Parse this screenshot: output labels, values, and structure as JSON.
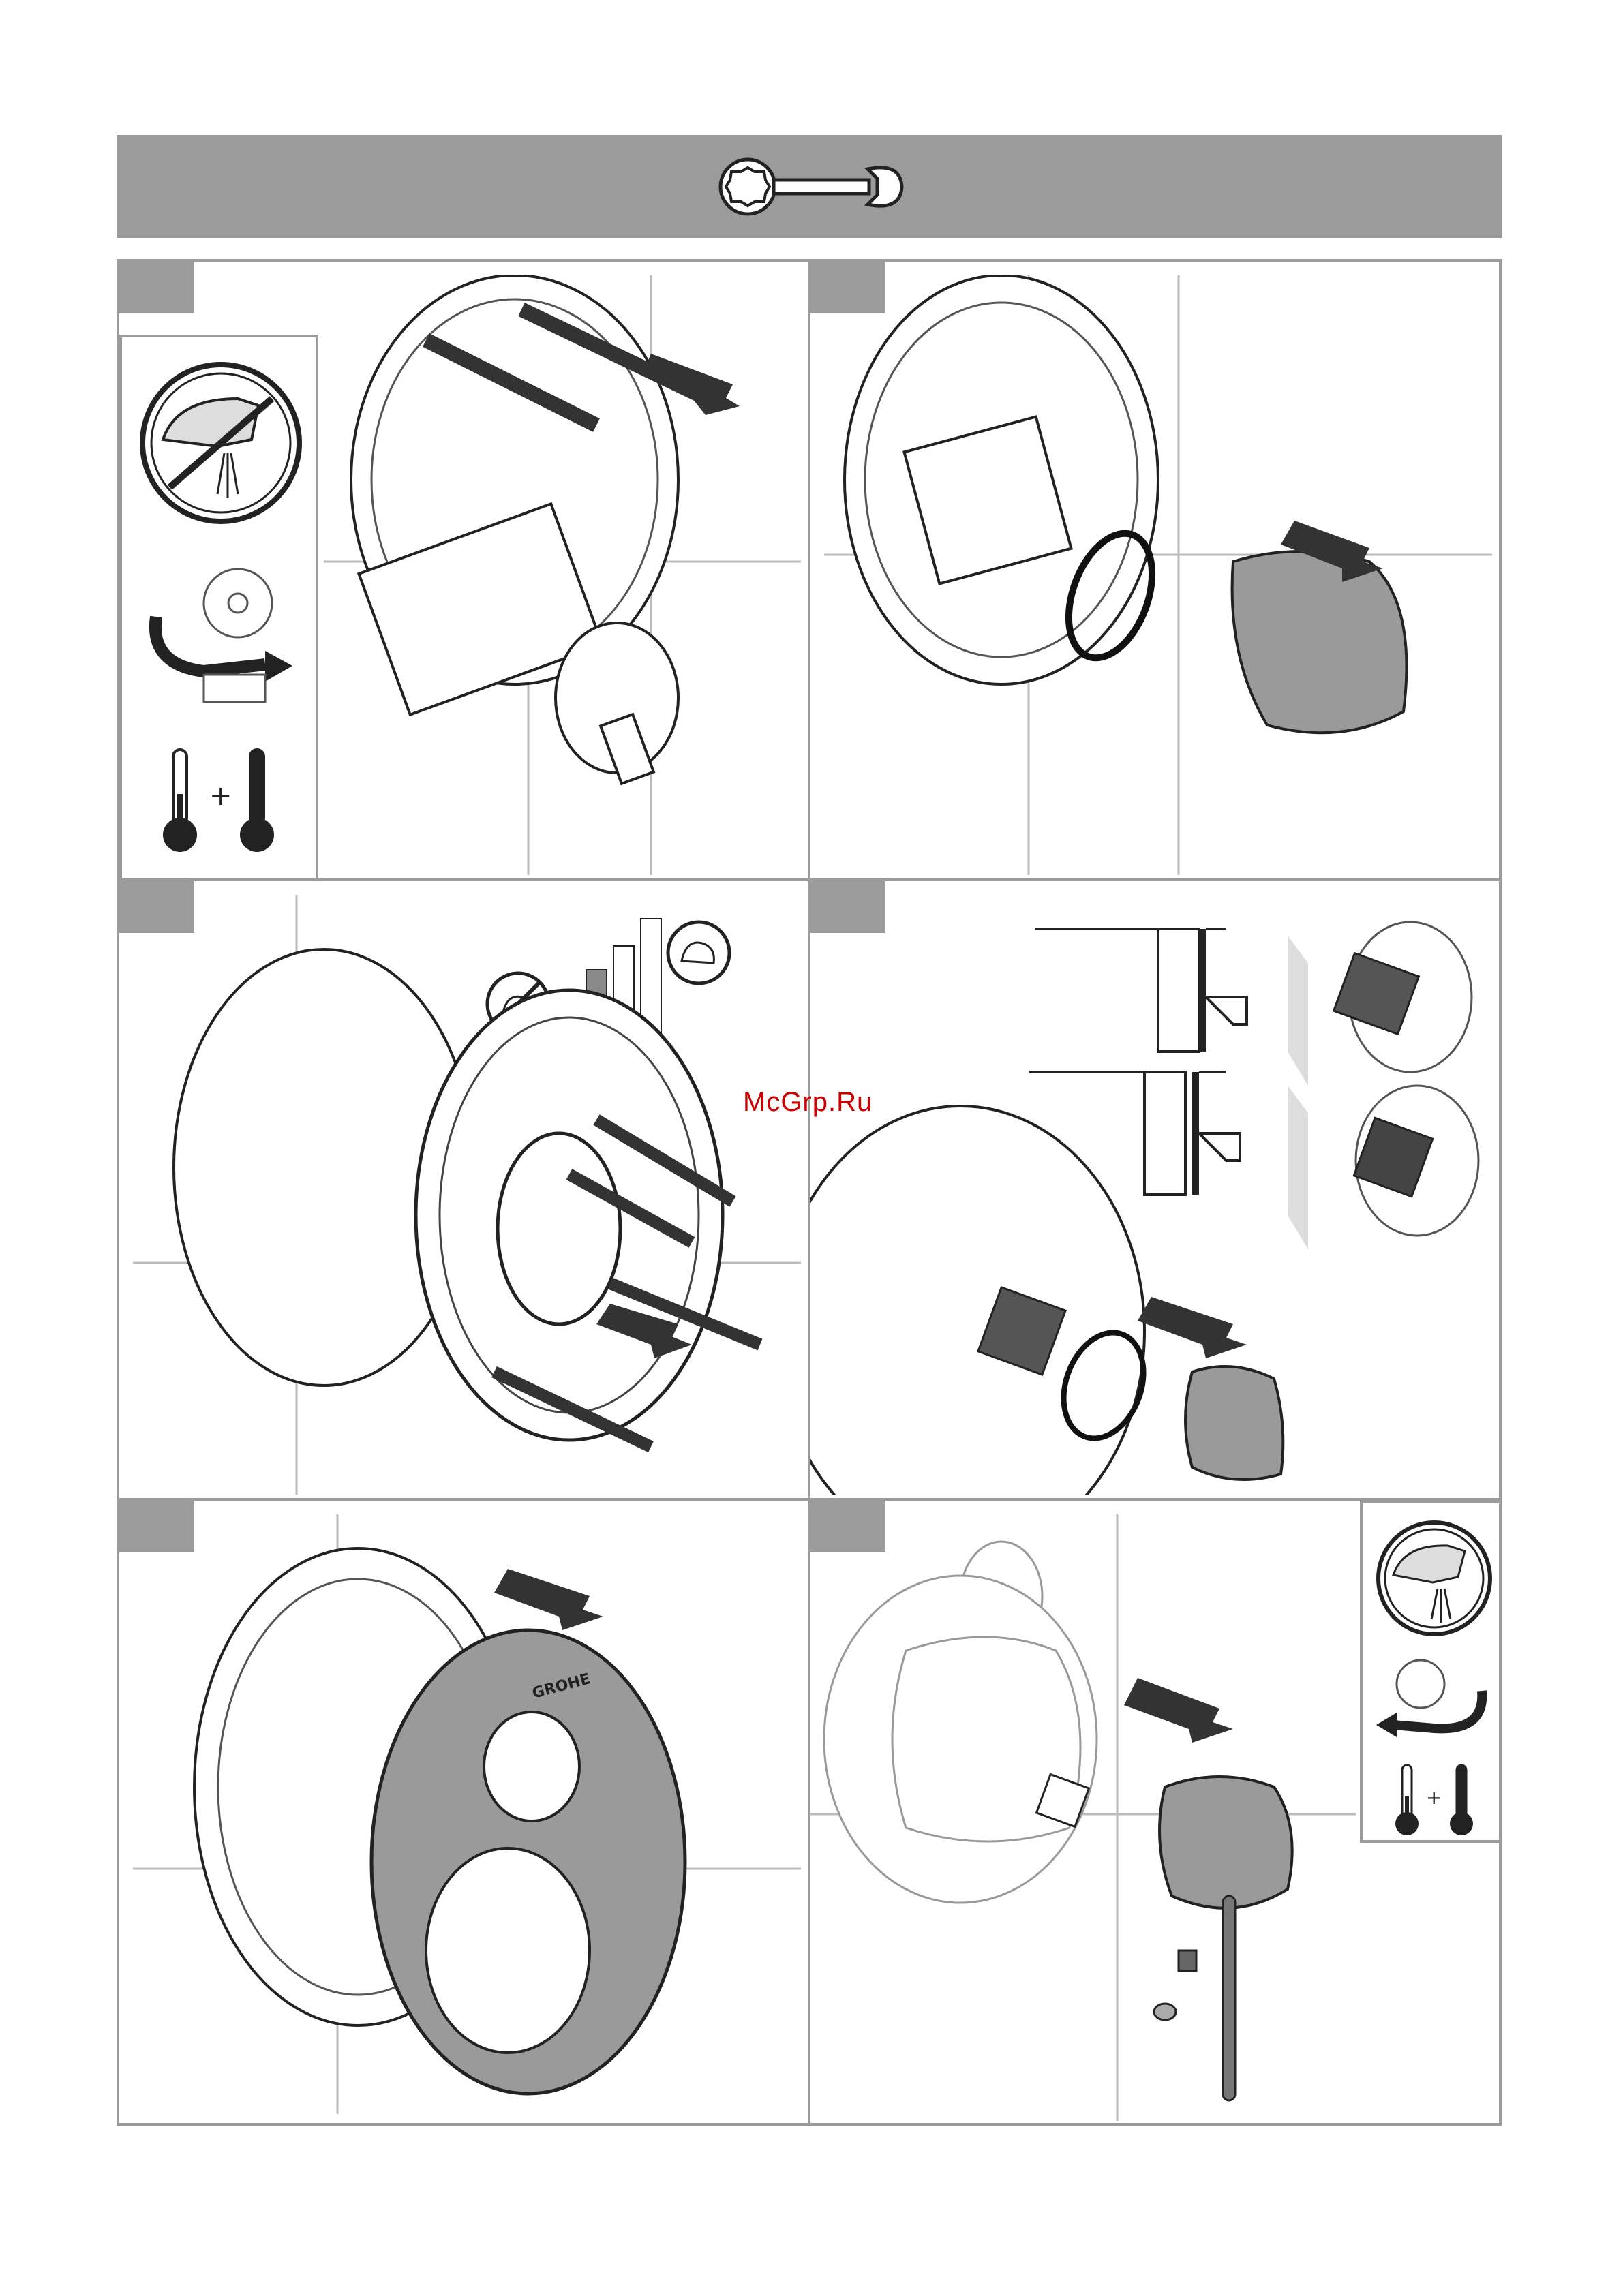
{
  "header": {
    "icon": "wrench-icon"
  },
  "watermark": {
    "text": "McGrp.Ru"
  },
  "panels": [
    {
      "id": "remove-screws",
      "icons": [
        "no-water-icon",
        "turn-handle-icon",
        "thermometer-icon",
        "thermometer-icon"
      ],
      "plus": "+"
    },
    {
      "id": "sleeve",
      "icons": [
        "arrow-icon"
      ]
    },
    {
      "id": "mounting-plate",
      "icons": [
        "no-force-icon",
        "torque-bar-icon",
        "force-icon"
      ]
    },
    {
      "id": "extension",
      "icons": [
        "arrow-icon"
      ]
    },
    {
      "id": "cover-plate",
      "icons": [
        "arrow-icon"
      ],
      "logo": "GROHE"
    },
    {
      "id": "handle",
      "icons": [
        "water-icon",
        "turn-handle-icon",
        "thermometer-icon",
        "thermometer-icon"
      ],
      "plus": "+"
    }
  ],
  "colors": {
    "panel_border": "#9b9b9b",
    "header_bg": "#9b9b9b",
    "part_fill": "#9a9a9a",
    "watermark": "#cc0000"
  }
}
